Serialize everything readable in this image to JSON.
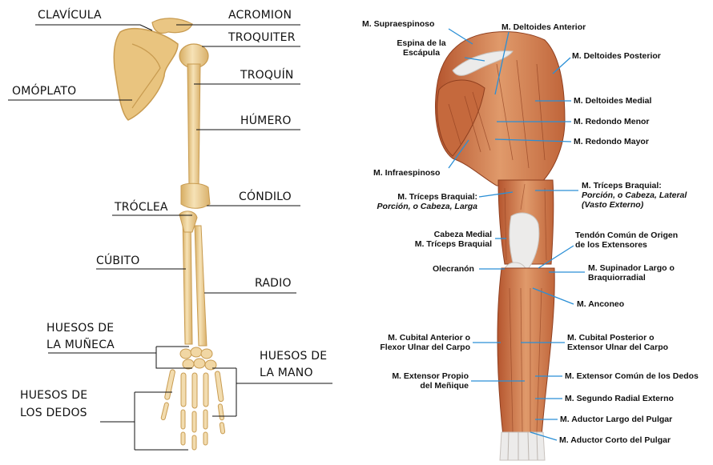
{
  "colors": {
    "bone": "#f1d7a4",
    "bone_shade": "#d7ae63",
    "muscle": "#d98a5c",
    "muscle_dark": "#b5552e",
    "tendon": "#ecebea",
    "leader_skeleton": "#111111",
    "leader_muscle": "#2a8fd6"
  },
  "skeleton_labels": {
    "clavicula": "CLAVÍCULA",
    "acromion": "ACROMION",
    "troquiter": "TROQUITER",
    "omoplato": "OMÓPLATO",
    "troquin": "TROQUÍN",
    "humero": "HÚMERO",
    "condilo": "CÓNDILO",
    "troclea": "TRÓCLEA",
    "cubito": "CÚBITO",
    "radio": "RADIO",
    "munieca_1": "HUESOS DE",
    "munieca_2": "LA MUÑECA",
    "mano_1": "HUESOS DE",
    "mano_2": "LA MANO",
    "dedos_1": "HUESOS DE",
    "dedos_2": "LOS DEDOS"
  },
  "muscle_labels": {
    "supraespinoso": "M. Supraespinoso",
    "espina_1": "Espina de la",
    "espina_2": "Escápula",
    "deltoides_anterior": "M. Deltoides Anterior",
    "deltoides_posterior": "M. Deltoides Posterior",
    "deltoides_medial": "M. Deltoides Medial",
    "redondo_menor": "M. Redondo Menor",
    "redondo_mayor": "M. Redondo Mayor",
    "infraespinoso": "M. Infraespinoso",
    "triceps_larga_1": "M. Tríceps Braquial:",
    "triceps_larga_2": "Porción, o Cabeza, Larga",
    "triceps_lateral_1": "M. Tríceps Braquial:",
    "triceps_lateral_2": "Porción, o Cabeza, Lateral",
    "triceps_lateral_3": "(Vasto Externo)",
    "cabeza_medial_1": "Cabeza Medial",
    "cabeza_medial_2": "M. Tríceps Braquial",
    "tendon_1": "Tendón Común de Origen",
    "tendon_2": "de los Extensores",
    "olecranon": "Olecranón",
    "supinador_1": "M. Supinador Largo o",
    "supinador_2": "Braquiorradial",
    "anconeo": "M. Anconeo",
    "cubital_anterior_1": "M. Cubital Anterior o",
    "cubital_anterior_2": "Flexor Ulnar del Carpo",
    "cubital_posterior_1": "M. Cubital Posterior o",
    "cubital_posterior_2": "Extensor Ulnar del Carpo",
    "menique_1": "M. Extensor Propio",
    "menique_2": "del Meñique",
    "extensor_comun": "M. Extensor Común de los Dedos",
    "segundo_radial": "M. Segundo Radial Externo",
    "aductor_largo": "M. Aductor Largo del Pulgar",
    "aductor_corto": "M. Aductor Corto del Pulgar"
  }
}
